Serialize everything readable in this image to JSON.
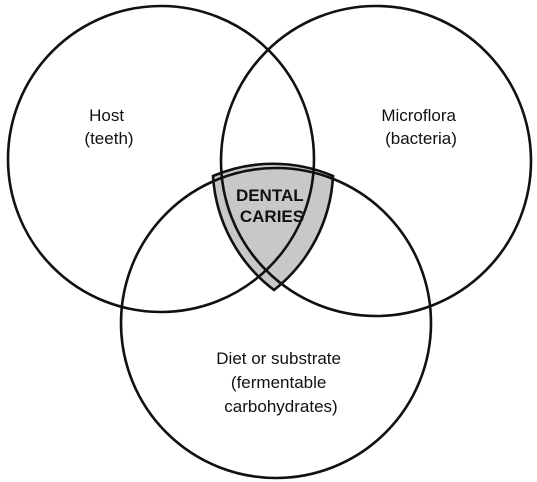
{
  "diagram": {
    "type": "venn",
    "circles": [
      {
        "id": "host",
        "lines": [
          "Host",
          "(teeth)"
        ]
      },
      {
        "id": "microflora",
        "lines": [
          "Microflora",
          "(bacteria)"
        ]
      },
      {
        "id": "diet",
        "lines": [
          "Diet or substrate",
          "(fermentable",
          "carbohydrates)"
        ]
      }
    ],
    "intersection": {
      "lines": [
        "DENTAL",
        "CARIES"
      ],
      "fill_color": "#c8c8c8"
    },
    "stroke_color": "#111111"
  }
}
